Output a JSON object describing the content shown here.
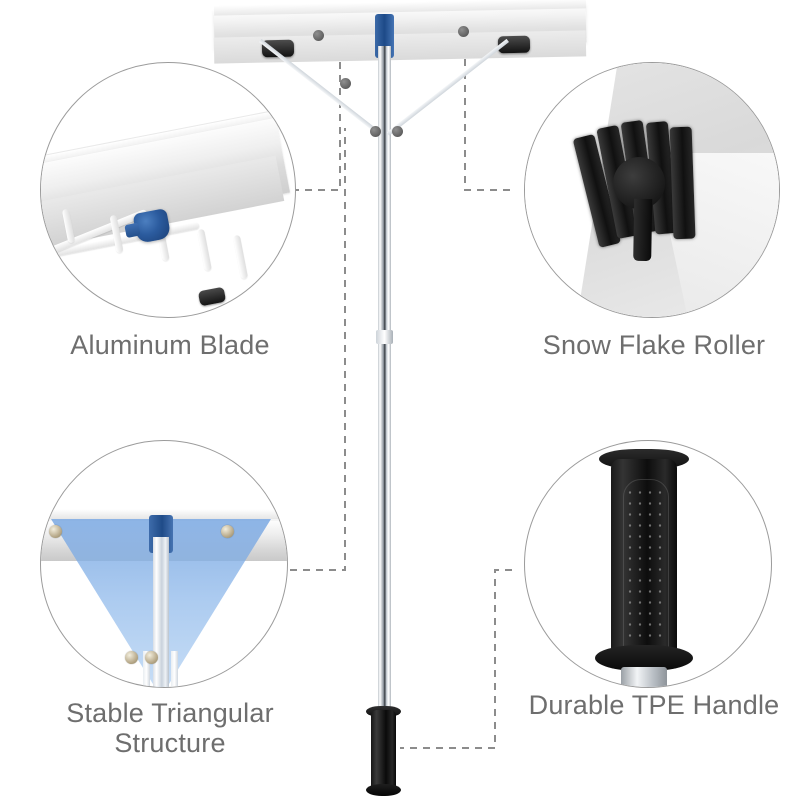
{
  "page": {
    "background_color": "#ffffff",
    "label_color": "#6e6e6e",
    "line_color": "#8c8c8c",
    "accent_blue": "#1f4b88",
    "product_name": "Roof Snow Rake"
  },
  "callouts": [
    {
      "id": "aluminum-blade",
      "label": "Aluminum Blade",
      "position": "top-left",
      "image_alt": "Angled silver aluminum blade with white tube frame, blue connector and black end caps"
    },
    {
      "id": "snow-flake-roller",
      "label": "Snow Flake Roller",
      "position": "top-right",
      "image_alt": "Black multi-fin snow flake roller wheel mounted on the blade edge"
    },
    {
      "id": "stable-triangular-structure",
      "label": "Stable Triangular\nStructure",
      "position": "bottom-left",
      "image_alt": "Blue translucent triangle highlighting the braced pole-to-blade joint"
    },
    {
      "id": "durable-tpe-handle",
      "label": "Durable TPE Handle",
      "position": "bottom-right",
      "image_alt": "Black textured TPE grip handle with dotted non-slip pattern"
    }
  ],
  "product_parts": [
    {
      "id": "blade-head",
      "name": "Aluminum blade head"
    },
    {
      "id": "blue-coupler",
      "name": "Blue pole coupler"
    },
    {
      "id": "roller-left",
      "name": "Left snow flake roller"
    },
    {
      "id": "roller-right",
      "name": "Right snow flake roller"
    },
    {
      "id": "support-strut-left",
      "name": "Left triangular support strut"
    },
    {
      "id": "support-strut-right",
      "name": "Right triangular support strut"
    },
    {
      "id": "telescoping-pole",
      "name": "Telescoping aluminum pole"
    },
    {
      "id": "tpe-handle",
      "name": "TPE end handle"
    }
  ],
  "leader_lines": [
    {
      "from": "aluminum-blade",
      "to": "blade-head"
    },
    {
      "from": "snow-flake-roller",
      "to": "roller-right"
    },
    {
      "from": "stable-triangular-structure",
      "to": "support-strut-left"
    },
    {
      "from": "durable-tpe-handle",
      "to": "tpe-handle"
    }
  ]
}
